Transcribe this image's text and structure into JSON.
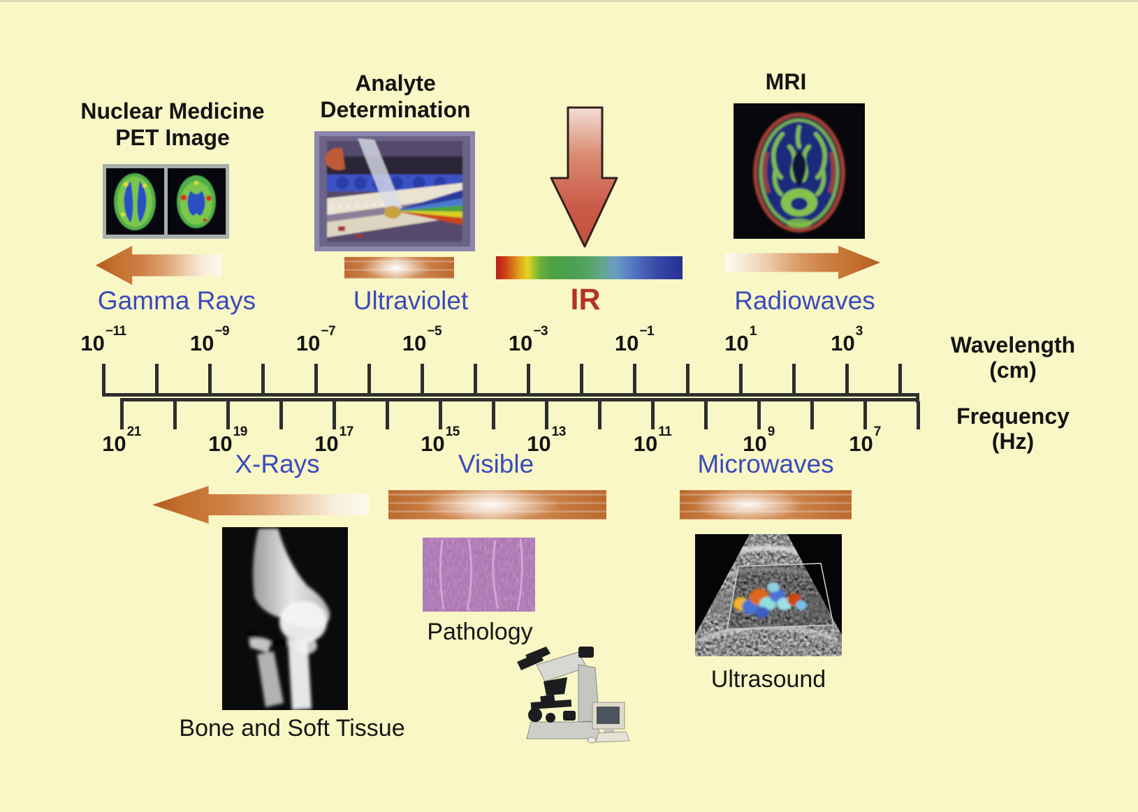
{
  "colors": {
    "background": "#f8f7c5",
    "band_label_blue": "#3a4abc",
    "ir_red": "#b23228",
    "heading_black": "#141414",
    "arrow_orange": "#c4702e",
    "axis_line": "#2f2f2f"
  },
  "top_row": {
    "pet": {
      "title_line1": "Nuclear Medicine",
      "title_line2": "PET Image",
      "band_label": "Gamma Rays",
      "image_label": "pet-brain-scans"
    },
    "uv": {
      "title_line1": "Analyte",
      "title_line2": "Determination",
      "band_label": "Ultraviolet",
      "image_label": "analyte-photo"
    },
    "ir": {
      "band_label": "IR"
    },
    "mri": {
      "title": "MRI",
      "band_label": "Radiowaves",
      "image_label": "mri-brain-scan"
    }
  },
  "axis": {
    "wavelength_title_line1": "Wavelength",
    "wavelength_title_line2": "(cm)",
    "frequency_title_line1": "Frequency",
    "frequency_title_line2": "(Hz)",
    "wavelength_ticks": [
      {
        "base": "10",
        "exp": "−11"
      },
      {
        "base": "10",
        "exp": "−9"
      },
      {
        "base": "10",
        "exp": "−7"
      },
      {
        "base": "10",
        "exp": "−5"
      },
      {
        "base": "10",
        "exp": "−3"
      },
      {
        "base": "10",
        "exp": "−1"
      },
      {
        "base": "10",
        "exp": "1"
      },
      {
        "base": "10",
        "exp": "3"
      }
    ],
    "frequency_ticks": [
      {
        "base": "10",
        "exp": "21"
      },
      {
        "base": "10",
        "exp": "19"
      },
      {
        "base": "10",
        "exp": "17"
      },
      {
        "base": "10",
        "exp": "15"
      },
      {
        "base": "10",
        "exp": "13"
      },
      {
        "base": "10",
        "exp": "11"
      },
      {
        "base": "10",
        "exp": "9"
      },
      {
        "base": "10",
        "exp": "7"
      }
    ]
  },
  "bottom_row": {
    "xray": {
      "band_label": "X-Rays",
      "caption": "Bone and Soft Tissue",
      "image_label": "elbow-xray"
    },
    "visible": {
      "band_label": "Visible",
      "caption": "Pathology",
      "image_label": "histology-slide",
      "image2_label": "microscope-workstation"
    },
    "microwave": {
      "band_label": "Microwaves",
      "caption": "Ultrasound",
      "image_label": "fetal-ultrasound"
    }
  }
}
